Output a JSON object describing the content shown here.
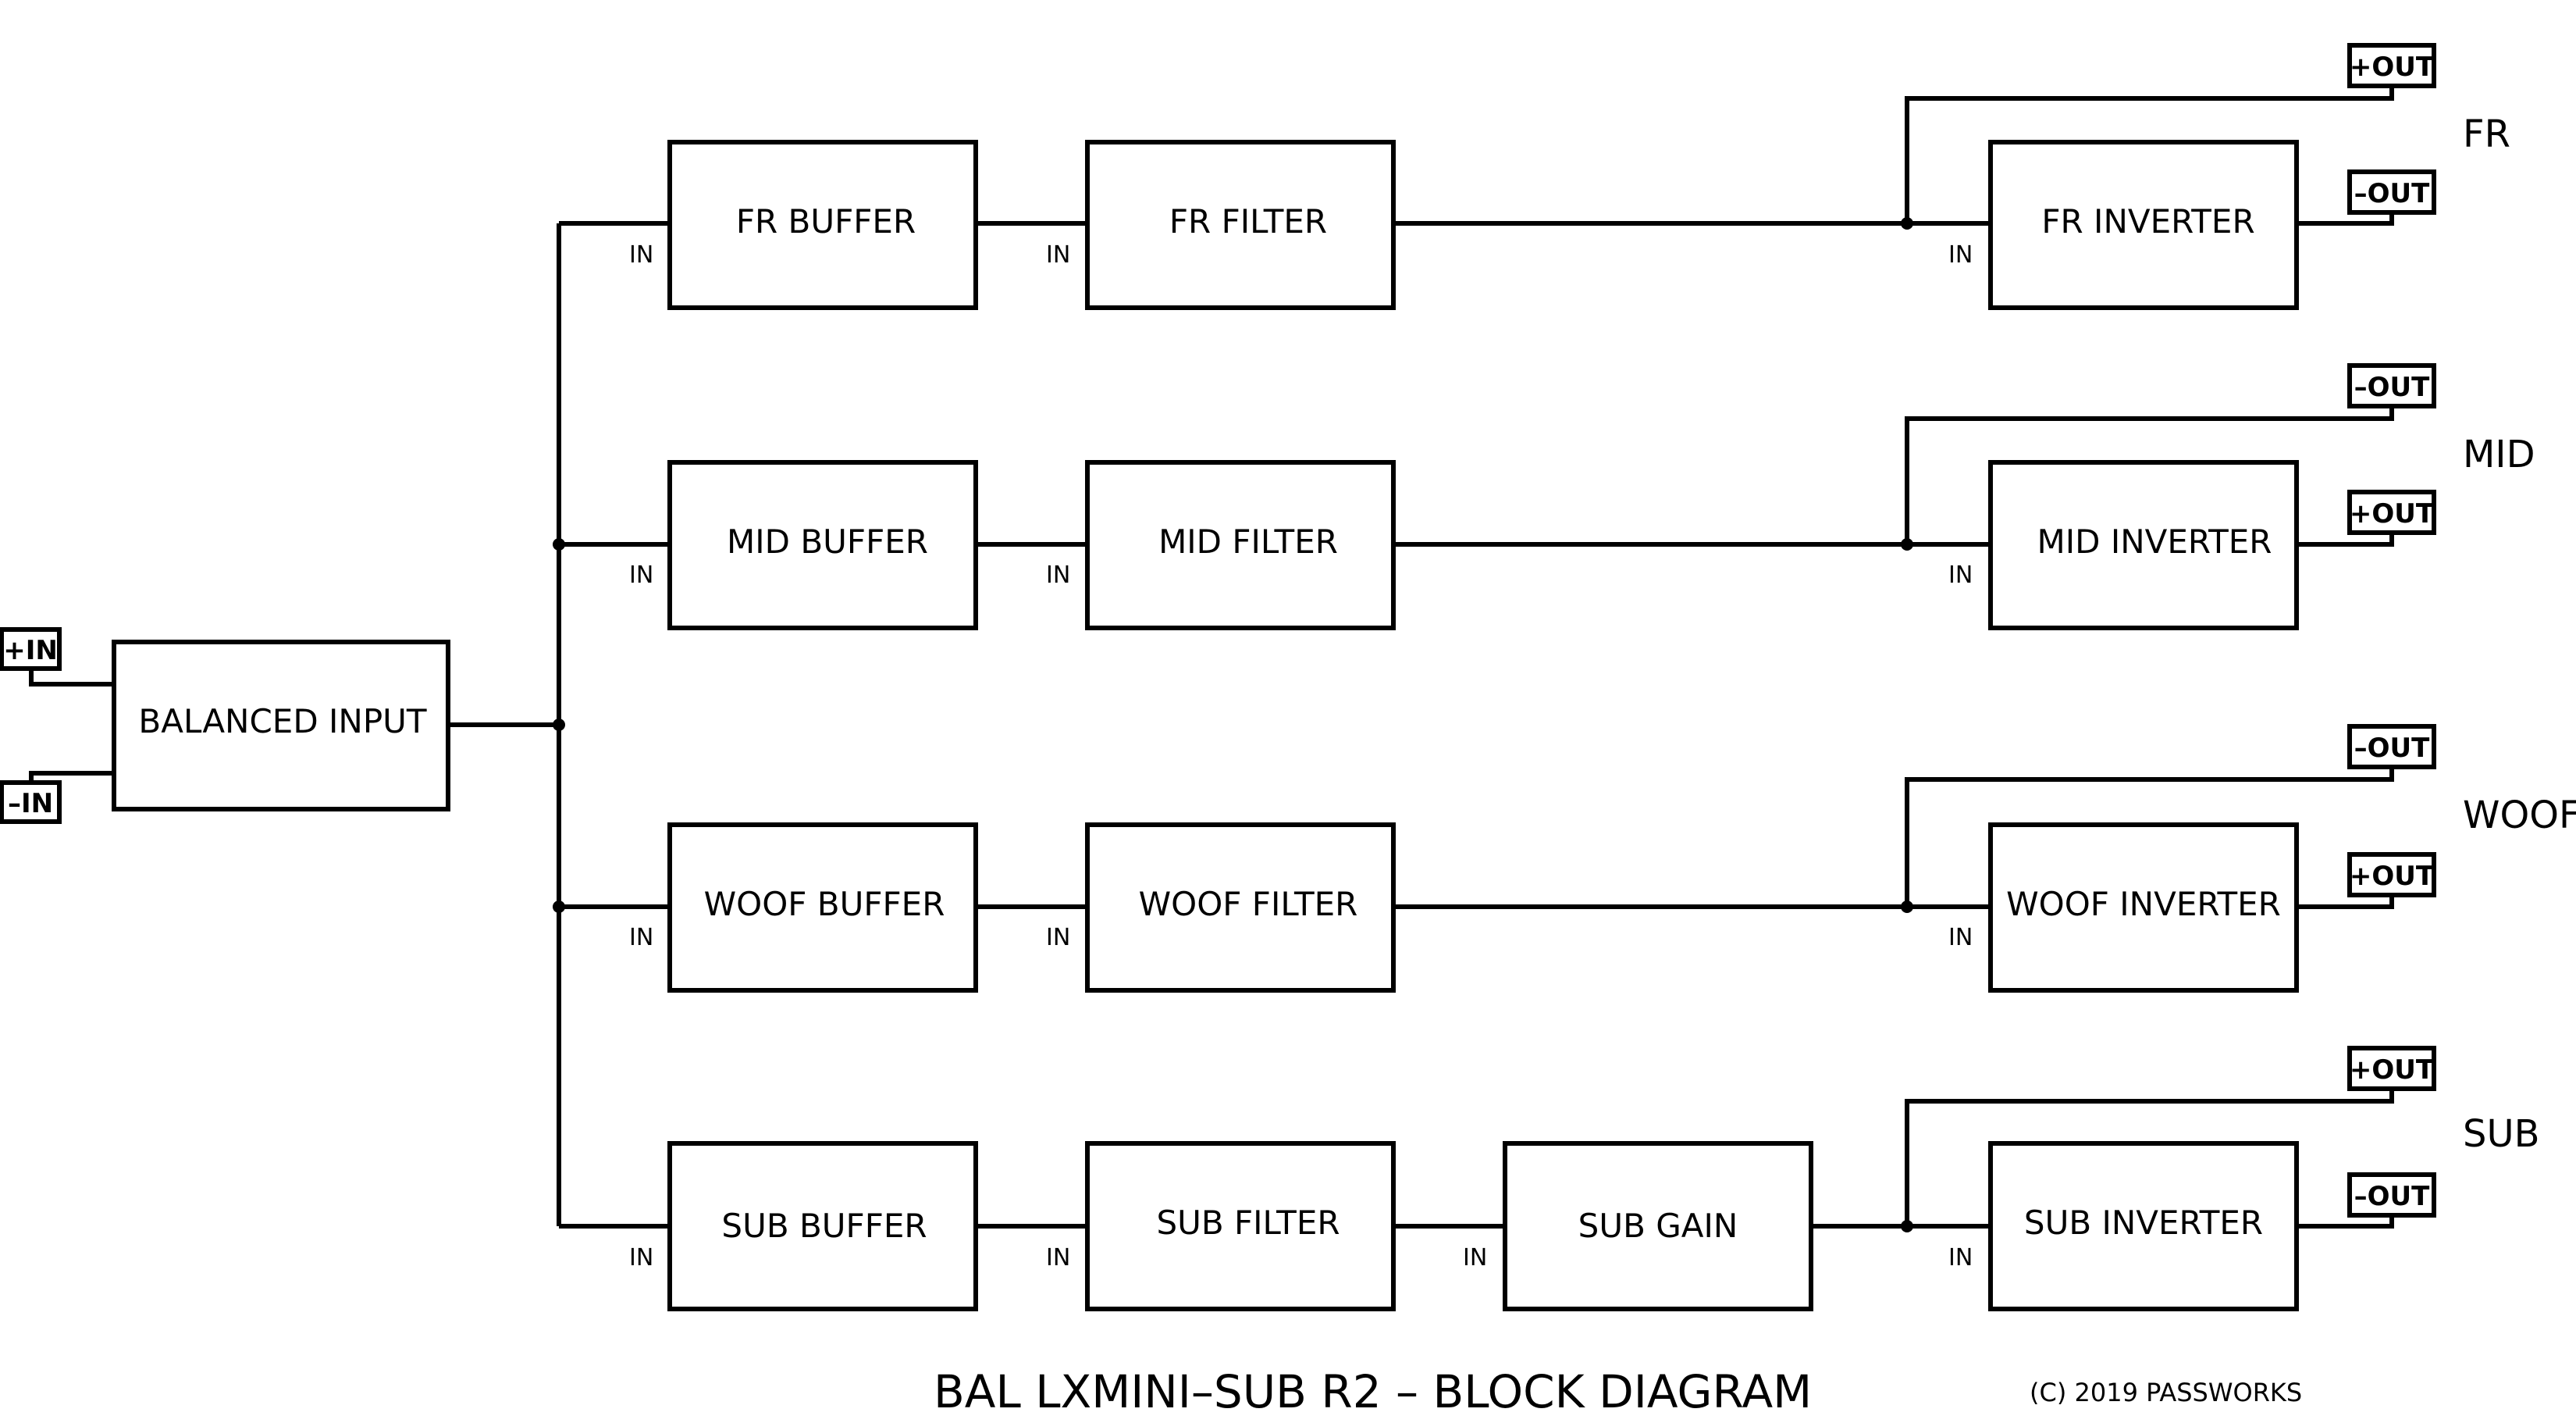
{
  "title": "BAL LXMINI–SUB R2 –  BLOCK DIAGRAM",
  "copyright": "(C) 2019 PASSWORKS",
  "inputs": {
    "plus_label": "+IN",
    "minus_label": "–IN",
    "block_label": "BALANCED  INPUT"
  },
  "in_label": "IN",
  "channels": [
    {
      "name": "FR",
      "buffer": "FR BUFFER",
      "filter": "FR FILTER",
      "inverter": "FR INVERTER",
      "out_top": "+OUT",
      "out_bottom": "–OUT"
    },
    {
      "name": "MID",
      "buffer": "MID BUFFER",
      "filter": "MID FILTER",
      "inverter": "MID INVERTER",
      "out_top": "–OUT",
      "out_bottom": "+OUT"
    },
    {
      "name": "WOOF",
      "buffer": "WOOF BUFFER",
      "filter": "WOOF FILTER",
      "inverter": "WOOF INVERTER",
      "out_top": "–OUT",
      "out_bottom": "+OUT"
    },
    {
      "name": "SUB",
      "buffer": "SUB BUFFER",
      "filter": "SUB FILTER",
      "gain": "SUB GAIN",
      "inverter": "SUB INVERTER",
      "out_top": "+OUT",
      "out_bottom": "–OUT"
    }
  ]
}
